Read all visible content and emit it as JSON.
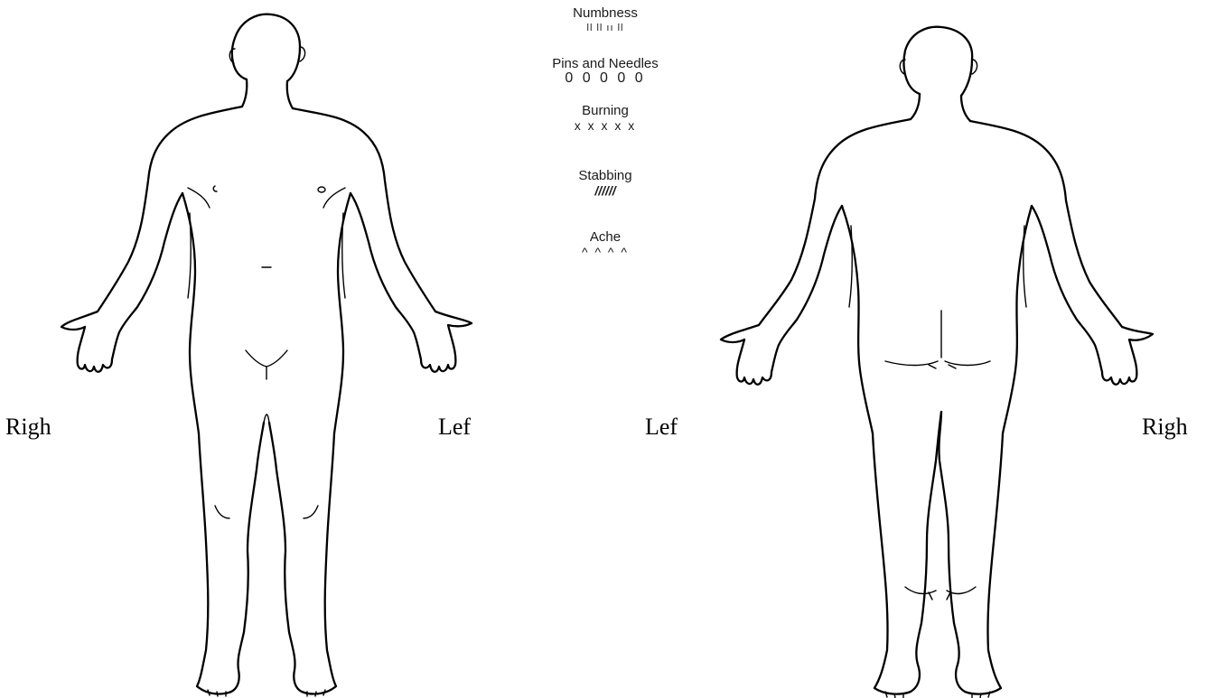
{
  "legend": {
    "items": [
      {
        "label": "Numbness",
        "symbol": "ll ll ıı ll"
      },
      {
        "label": "Pins and Needles",
        "symbol": "0 0 0 0 0"
      },
      {
        "label": "Burning",
        "symbol": "x x x x x"
      },
      {
        "label": "Stabbing",
        "symbol": "//////"
      },
      {
        "label": "Ache",
        "symbol": "^ ^ ^ ^"
      }
    ]
  },
  "front_view": {
    "left_side_label": "Righ",
    "right_side_label": "Lef"
  },
  "back_view": {
    "left_side_label": "Lef",
    "right_side_label": "Righ"
  }
}
